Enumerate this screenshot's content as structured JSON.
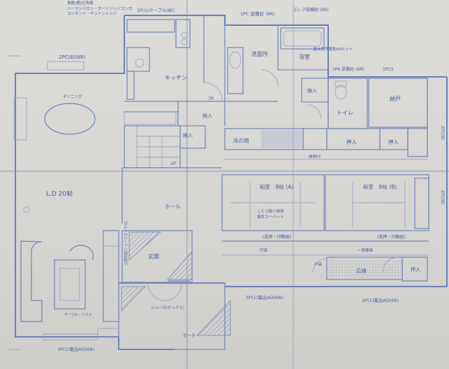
{
  "labels": {
    "top_left_1": "食器(棚)付洗場",
    "top_left_2": "ハーマントロン・カートリッジコンロ",
    "top_left_3": "コンセント・ヤットンレンジ",
    "kitchen_top_code": "1P(ル)ケーブル(8E)",
    "ac_1pc": "1PC 設備紀 (6R)",
    "ac_topright": "エレク設備紀 (6R)",
    "water_heater": "温水洗浄便座AAセット",
    "toilet_ac": "1PA 設備紀 (6R)",
    "ac_1pcs": "1PCS",
    "dining_ac": "2PC(B)(6R)",
    "dining_label": "ダイニング",
    "kitchen": "キッチン",
    "washroom": "洗面所",
    "bath": "浴室",
    "closet_1": "納入",
    "toilet": "トイレ",
    "storage": "納戸",
    "closet_2": "納入",
    "closet_3": "押入",
    "closet_4": "押入",
    "tokonoma": "床の間",
    "wall_top": "縁側FP",
    "wa_a": "和室　8帖 (A)",
    "wa_b": "和室　8帖 (B)",
    "wa_a_note_1": "こたつ掛け専用",
    "wa_a_note_2": "電気カーペット",
    "oshi_a": "(長押・付鴨居)",
    "oshi_b": "(長押・付鴨居)",
    "ldk": "L.D 20帖",
    "hall": "ホール",
    "entrance": "玄関",
    "entrance_storage": "土間収納(シューズボックス)",
    "porch": "ポーチ",
    "hall_closet": "納入",
    "engawa": "広縁",
    "closet_5": "押入",
    "engawa_note": "一般建具",
    "shoji": "戸袋",
    "shoji_2": "戸袋",
    "ac_bottom_left": "3P(1)電出AD(6R)",
    "ac_bottom_mid": "3P(1)電出AD(6R)",
    "ac_bottom_right": "2P(1)電出AD(6R)",
    "right_side": "2PC(B)",
    "right_side_2": "2PC(B)",
    "door_7r": "7R",
    "door_up": "UP",
    "shoe_cab": "シューズ(ボックス)",
    "chair_note": "テーブル・ソファ"
  }
}
